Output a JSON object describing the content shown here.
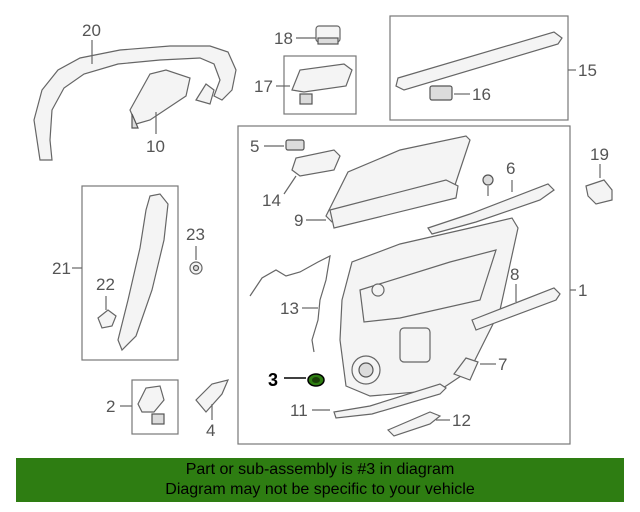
{
  "callouts": {
    "c1": "1",
    "c2": "2",
    "c3": "3",
    "c4": "4",
    "c5": "5",
    "c6": "6",
    "c7": "7",
    "c8": "8",
    "c9": "9",
    "c10": "10",
    "c11": "11",
    "c12": "12",
    "c13": "13",
    "c14": "14",
    "c15": "15",
    "c16": "16",
    "c17": "17",
    "c18": "18",
    "c19": "19",
    "c20": "20",
    "c21": "21",
    "c22": "22",
    "c23": "23"
  },
  "highlighted_part": "3",
  "banner": {
    "line1": "Part or sub-assembly is #3 in diagram",
    "line2": "Diagram may not be specific to your vehicle"
  },
  "colors": {
    "banner_bg": "#2e7d12",
    "highlight_part": "#2e7d12"
  }
}
